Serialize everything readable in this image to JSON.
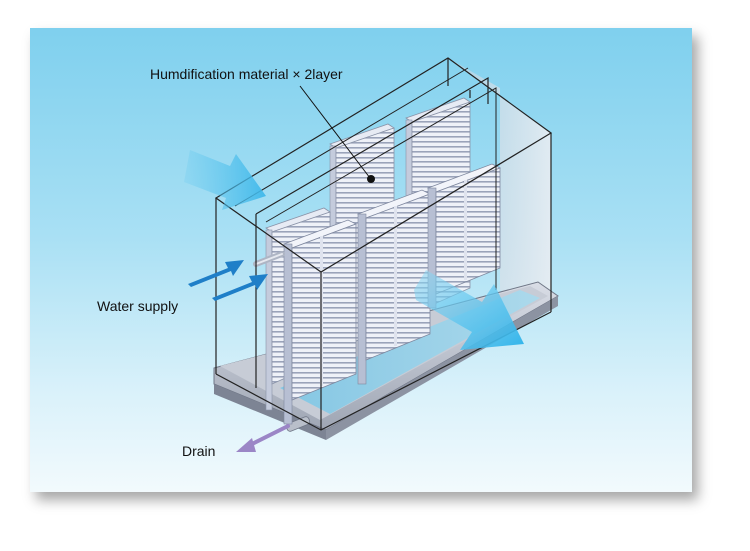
{
  "labels": {
    "humidification_material": "Humdification material × 2layer",
    "water_supply": "Water supply",
    "drain": "Drain"
  },
  "colors": {
    "background_top": "#7fd0ee",
    "background_bottom": "#f2fafd",
    "airflow_arrow": "#5cc6ee",
    "water_supply_arrow": "#1f7fc8",
    "drain_arrow": "#9b86c6",
    "frame_line": "#222222"
  },
  "icons": [
    "airflow-in-arrow-icon",
    "airflow-out-arrow-icon",
    "water-supply-arrow-icon",
    "drain-arrow-icon"
  ]
}
